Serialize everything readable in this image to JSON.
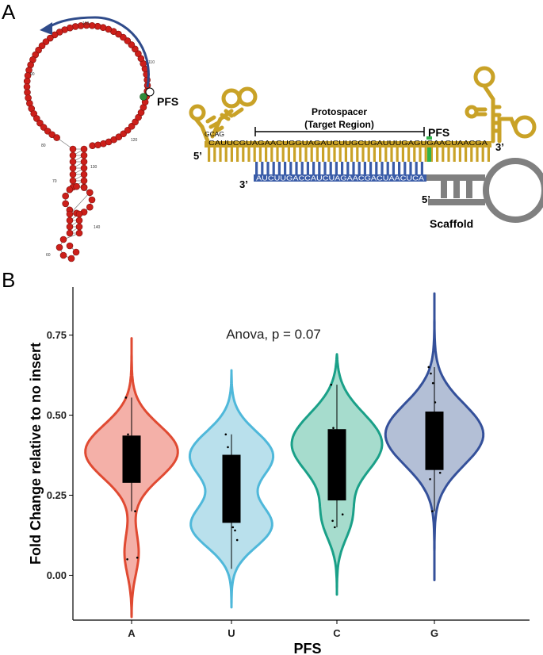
{
  "panel_a": {
    "letter": "A",
    "pfs_label": "PFS",
    "protospacer_label": "Protospacer",
    "target_region_label": "(Target Region)",
    "pfs_label_2": "PFS",
    "five_prime_left": "5’",
    "three_prime_right": "3’",
    "three_prime_lower": "3’",
    "five_prime_lower": "5’",
    "scaffold_label": "Scaffold",
    "top_strand": "CAUUCGUAGAACUGGUAGAUCUUGCUGAUUUGAGUGAACUAACGA",
    "bottom_strand": "AUCUUGACCAUCUAGAACGACUAACUCA",
    "crrna_stem": "GCAG",
    "loop_numbers": [
      "100",
      "110",
      "90",
      "80",
      "120",
      "130",
      "70",
      "140",
      "60"
    ],
    "colors": {
      "nucleotide": "#cc1f1a",
      "pfs_nt": "#2e8b3a",
      "arrow": "#2f4b8a",
      "crrna": "#c9a227",
      "target": "#3a5ca8",
      "scaffold": "#808080",
      "pfs_mark": "#2fb34a"
    }
  },
  "panel_b": {
    "letter": "B"
  },
  "chart_data": {
    "type": "violin",
    "title": "",
    "annotation": "Anova, p = 0.07",
    "xlabel": "PFS",
    "ylabel": "Fold Change relative to no insert",
    "categories": [
      "A",
      "U",
      "C",
      "G"
    ],
    "ylim": [
      -0.14,
      0.9
    ],
    "yticks": [
      0.0,
      0.25,
      0.5,
      0.75
    ],
    "ytick_labels": [
      "0.00",
      "0.25",
      "0.50",
      "0.75"
    ],
    "series": [
      {
        "category": "A",
        "fill": "#f4b0a8",
        "line": "#e04a32",
        "box": {
          "q1": 0.29,
          "median": 0.355,
          "q3": 0.435,
          "whisker_low": 0.2,
          "whisker_high": 0.555
        },
        "violin_min": -0.13,
        "violin_max": 0.74,
        "mean": 0.355,
        "points": [
          0.555,
          0.44,
          0.43,
          0.4,
          0.37,
          0.36,
          0.35,
          0.34,
          0.32,
          0.31,
          0.2,
          0.055,
          0.05
        ]
      },
      {
        "category": "U",
        "fill": "#b9e0ec",
        "line": "#4fb8da",
        "box": {
          "q1": 0.165,
          "median": 0.235,
          "q3": 0.375,
          "whisker_low": 0.02,
          "whisker_high": 0.44
        },
        "violin_min": -0.1,
        "violin_max": 0.64,
        "mean": 0.235,
        "points": [
          0.44,
          0.4,
          0.37,
          0.3,
          0.26,
          0.24,
          0.22,
          0.2,
          0.17,
          0.15,
          0.14,
          0.11
        ]
      },
      {
        "category": "C",
        "fill": "#a6dccd",
        "line": "#1aa088",
        "box": {
          "q1": 0.235,
          "median": 0.375,
          "q3": 0.455,
          "whisker_low": 0.15,
          "whisker_high": 0.595
        },
        "violin_min": -0.06,
        "violin_max": 0.69,
        "mean": 0.375,
        "points": [
          0.595,
          0.46,
          0.44,
          0.42,
          0.4,
          0.38,
          0.36,
          0.33,
          0.3,
          0.27,
          0.24,
          0.19,
          0.17,
          0.15
        ]
      },
      {
        "category": "G",
        "fill": "#b3bfd6",
        "line": "#34509a",
        "box": {
          "q1": 0.33,
          "median": 0.445,
          "q3": 0.51,
          "whisker_low": 0.2,
          "whisker_high": 0.65
        },
        "violin_min": -0.015,
        "violin_max": 0.88,
        "mean": 0.445,
        "points": [
          0.65,
          0.63,
          0.6,
          0.54,
          0.5,
          0.47,
          0.45,
          0.44,
          0.41,
          0.39,
          0.35,
          0.32,
          0.3,
          0.2
        ]
      }
    ]
  }
}
